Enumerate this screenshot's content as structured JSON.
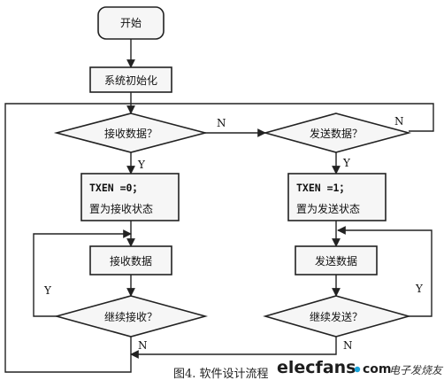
{
  "nodes": {
    "start": "开始",
    "init": "系统初始化",
    "recv_decision": "接收数据？",
    "send_decision": "发送数据？",
    "recv_setup_line1": "TXEN =0；",
    "recv_setup_line2": "置为接收状态",
    "send_setup_line1": "TXEN =1；",
    "send_setup_line2": "置为发送状态",
    "recv_data": "接收数据",
    "send_data": "发送数据",
    "recv_continue": "继续接收？",
    "send_continue": "继续发送？"
  },
  "edge_labels": {
    "recv_no": "N",
    "send_no": "N",
    "recv_yes": "Y",
    "send_yes": "Y",
    "recv_loop_yes": "Y",
    "send_loop_yes": "Y",
    "recv_end_no": "N",
    "send_end_no": "N"
  },
  "caption": "图4. 软件设计流程",
  "watermark": {
    "brand": "elecfans",
    "domain": "com",
    "chinese": "电子发烧友"
  }
}
